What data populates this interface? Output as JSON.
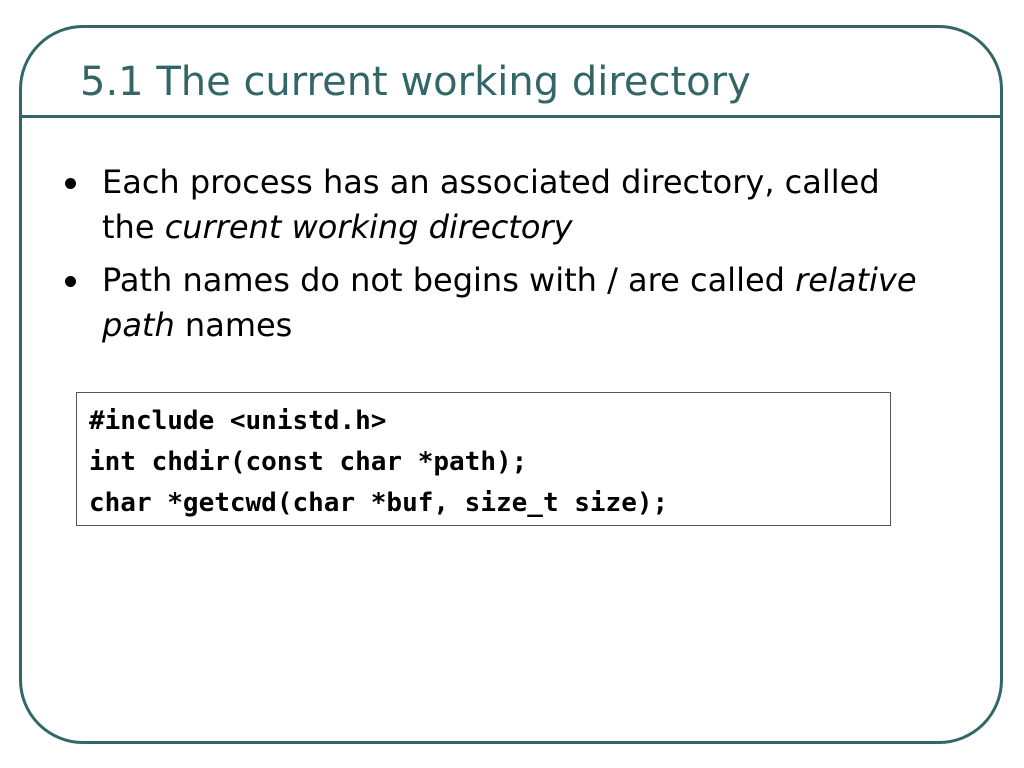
{
  "slide": {
    "title": "5.1 The current working directory",
    "bullets": [
      {
        "text_before": "Each process has an associated directory, called the ",
        "emphasis": "current working directory",
        "text_after": ""
      },
      {
        "text_before": "Path names do not begins with / are called ",
        "emphasis": "relative path",
        "text_after": " names"
      }
    ],
    "code": [
      "#include <unistd.h>",
      "int chdir(const char *path);",
      "char *getcwd(char *buf, size_t size);"
    ]
  },
  "colors": {
    "accent": "#336666",
    "text": "#000000",
    "background": "#ffffff"
  }
}
